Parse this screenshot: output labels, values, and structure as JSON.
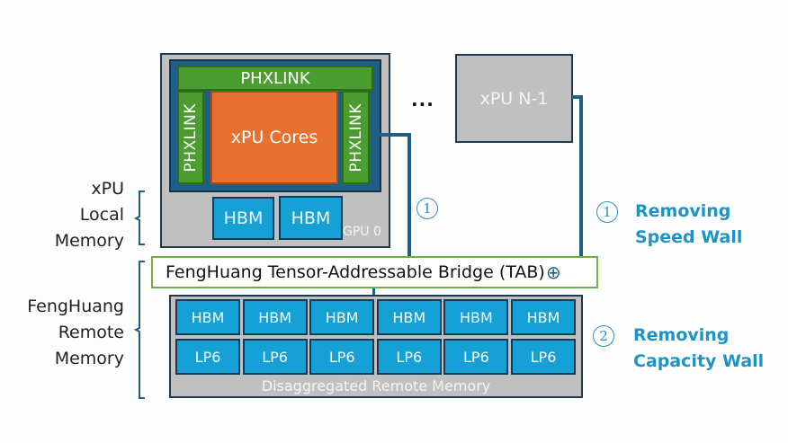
{
  "gpu0": {
    "phxlink_top": "PHXLINK",
    "phxlink_left": "PHXLINK",
    "phxlink_right": "PHXLINK",
    "cores": "xPU Cores",
    "hbm": [
      "HBM",
      "HBM"
    ],
    "label": "GPU 0"
  },
  "ellipsis": "...",
  "xpu_n1": {
    "label": "xPU N-1"
  },
  "tab": {
    "label": "FengHuang Tensor-Addressable Bridge (TAB)",
    "plus_icon": "⊕"
  },
  "pool": {
    "row1": [
      "HBM",
      "HBM",
      "HBM",
      "HBM",
      "HBM",
      "HBM"
    ],
    "row2": [
      "LP6",
      "LP6",
      "LP6",
      "LP6",
      "LP6",
      "LP6"
    ],
    "caption": "Disaggregated Remote Memory"
  },
  "left_labels": {
    "local": [
      "xPU",
      "Local",
      "Memory"
    ],
    "remote": [
      "FengHuang",
      "Remote",
      "Memory"
    ]
  },
  "markers": {
    "one": "1",
    "two": "2"
  },
  "callouts": {
    "speed": [
      "Removing",
      "Speed Wall"
    ],
    "capacity": [
      "Removing",
      "Capacity Wall"
    ]
  },
  "colors": {
    "accent_blue": "#1e94c6",
    "link_green": "#4c9d2f",
    "core_orange": "#e8712f",
    "memory_blue": "#15a0d6",
    "wire_blue": "#1f5f85"
  }
}
